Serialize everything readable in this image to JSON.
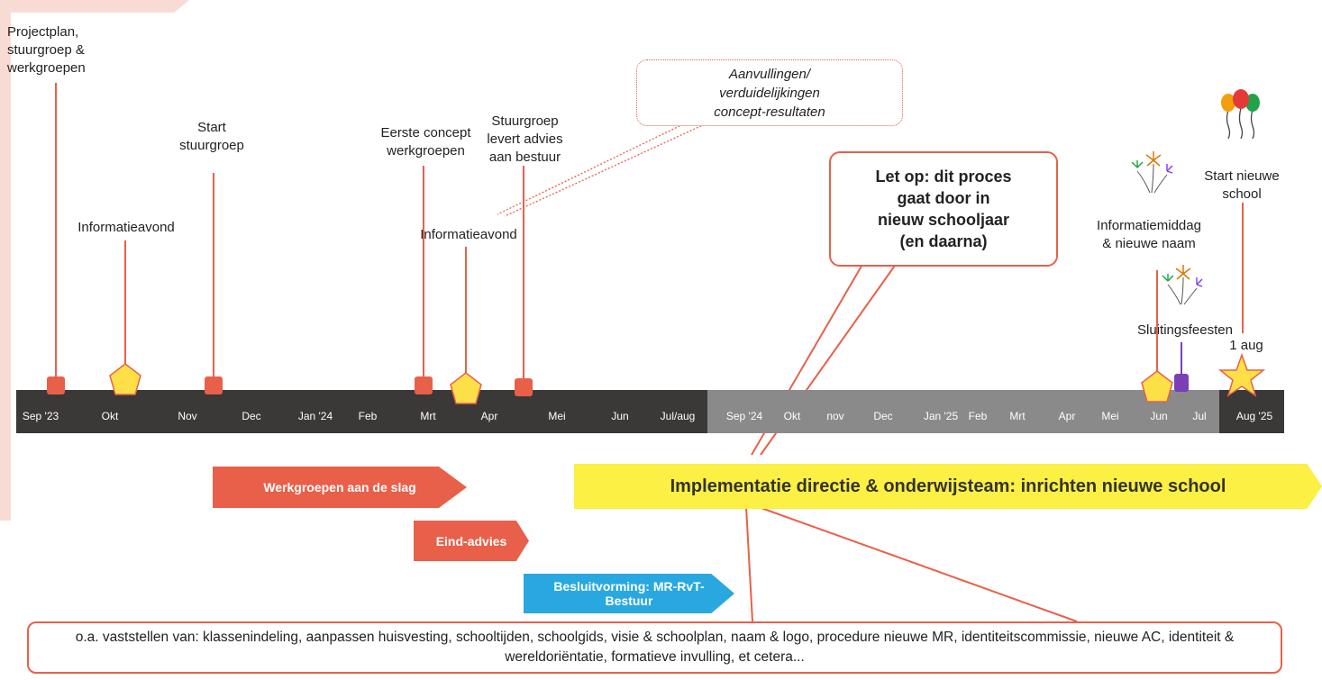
{
  "months_2023_24": [
    "Sep '23",
    "Okt",
    "Nov",
    "Dec",
    "Jan '24",
    "Feb",
    "Mrt",
    "Apr",
    "Mei",
    "Jun",
    "Jul/aug"
  ],
  "months_2024_25": [
    "Sep '24",
    "Okt",
    "nov",
    "Dec",
    "Jan '25",
    "Feb",
    "Mrt",
    "Apr",
    "Mei",
    "Jun",
    "Jul"
  ],
  "month_aug25": "Aug '25",
  "milestones": {
    "projectplan": "Projectplan,\nstuurgroep &\nwerkgroepen",
    "start_stuurgroep": "Start\nstuurgroep",
    "informatieavond_1": "Informatieavond",
    "eerste_concept": "Eerste concept\nwerkgroepen",
    "stuurgroep_advies": "Stuurgroep\nlevert advies\naan bestuur",
    "informatieavond_2": "Informatieavond",
    "informatiemiddag": "Informatiemiddag\n& nieuwe naam",
    "sluitingsfeesten": "Sluitingsfeesten",
    "start_nieuwe_school": "Start nieuwe\nschool",
    "aug_1": "1 aug"
  },
  "callouts": {
    "aanvullingen": "Aanvullingen/\nverduidelijkingen\nconcept-resultaten",
    "let_op": "Let op: dit proces\ngaat door in\nnieuw schooljaar\n(en daarna)",
    "vaststellen": "o.a. vaststellen van: klassenindeling, aanpassen huisvesting, schooltijden, schoolgids, visie & schoolplan, naam & logo, procedure nieuwe MR, identiteitscommissie, nieuwe AC, identiteit & wereldoriëntatie, formatieve invulling, et cetera..."
  },
  "phases": {
    "werkgroepen": "Werkgroepen aan de slag",
    "eind_advies": "Eind-advies",
    "besluitvorming": "Besluitvorming: MR-RvT-\nBestuur",
    "implementatie": "Implementatie directie & onderwijsteam: inrichten nieuwe school"
  },
  "colors": {
    "accent": "#e8604a",
    "dark_bar": "#3b3838",
    "grey_bar": "#8a8a8a",
    "highlight": "#fbf043",
    "blue": "#29a8e0",
    "purple": "#7a3fb5",
    "star": "#fde047"
  },
  "icons": [
    "balloons-icon",
    "fireworks-icon",
    "fireworks-icon",
    "star-icon",
    "pentagon-icon"
  ]
}
